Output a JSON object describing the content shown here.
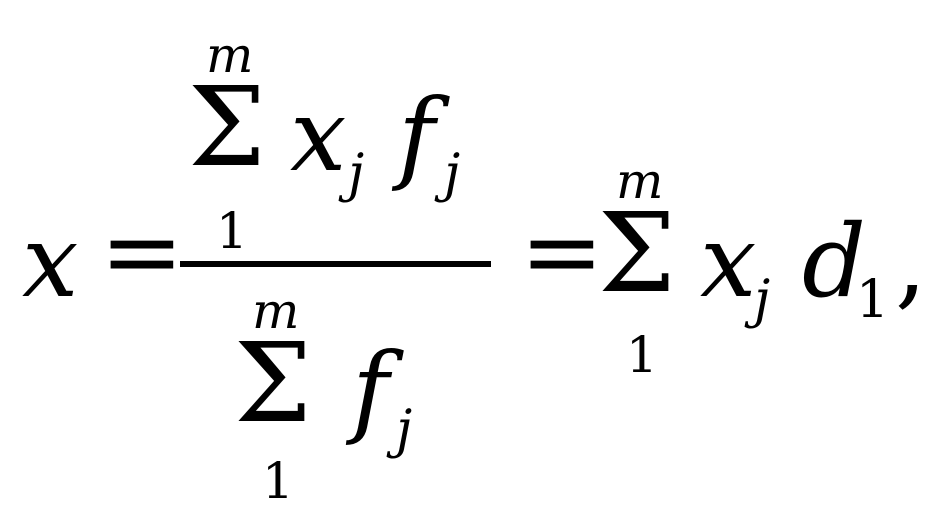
{
  "formula": {
    "lhs_var": "x",
    "equals": "=",
    "numerator": {
      "sigma": "Σ",
      "upper": "m",
      "lower": "1",
      "term1_var": "x",
      "term1_sub": "j",
      "term2_var": "f",
      "term2_sub": "j"
    },
    "denominator": {
      "sigma": "Σ",
      "upper": "m",
      "lower": "1",
      "term_var": "f",
      "term_sub": "j"
    },
    "rhs": {
      "equals": "=",
      "sigma": "Σ",
      "upper": "m",
      "lower": "1",
      "term1_var": "x",
      "term1_sub": "j",
      "term2_var": "d",
      "term2_sub": "1",
      "trailing": ","
    }
  }
}
